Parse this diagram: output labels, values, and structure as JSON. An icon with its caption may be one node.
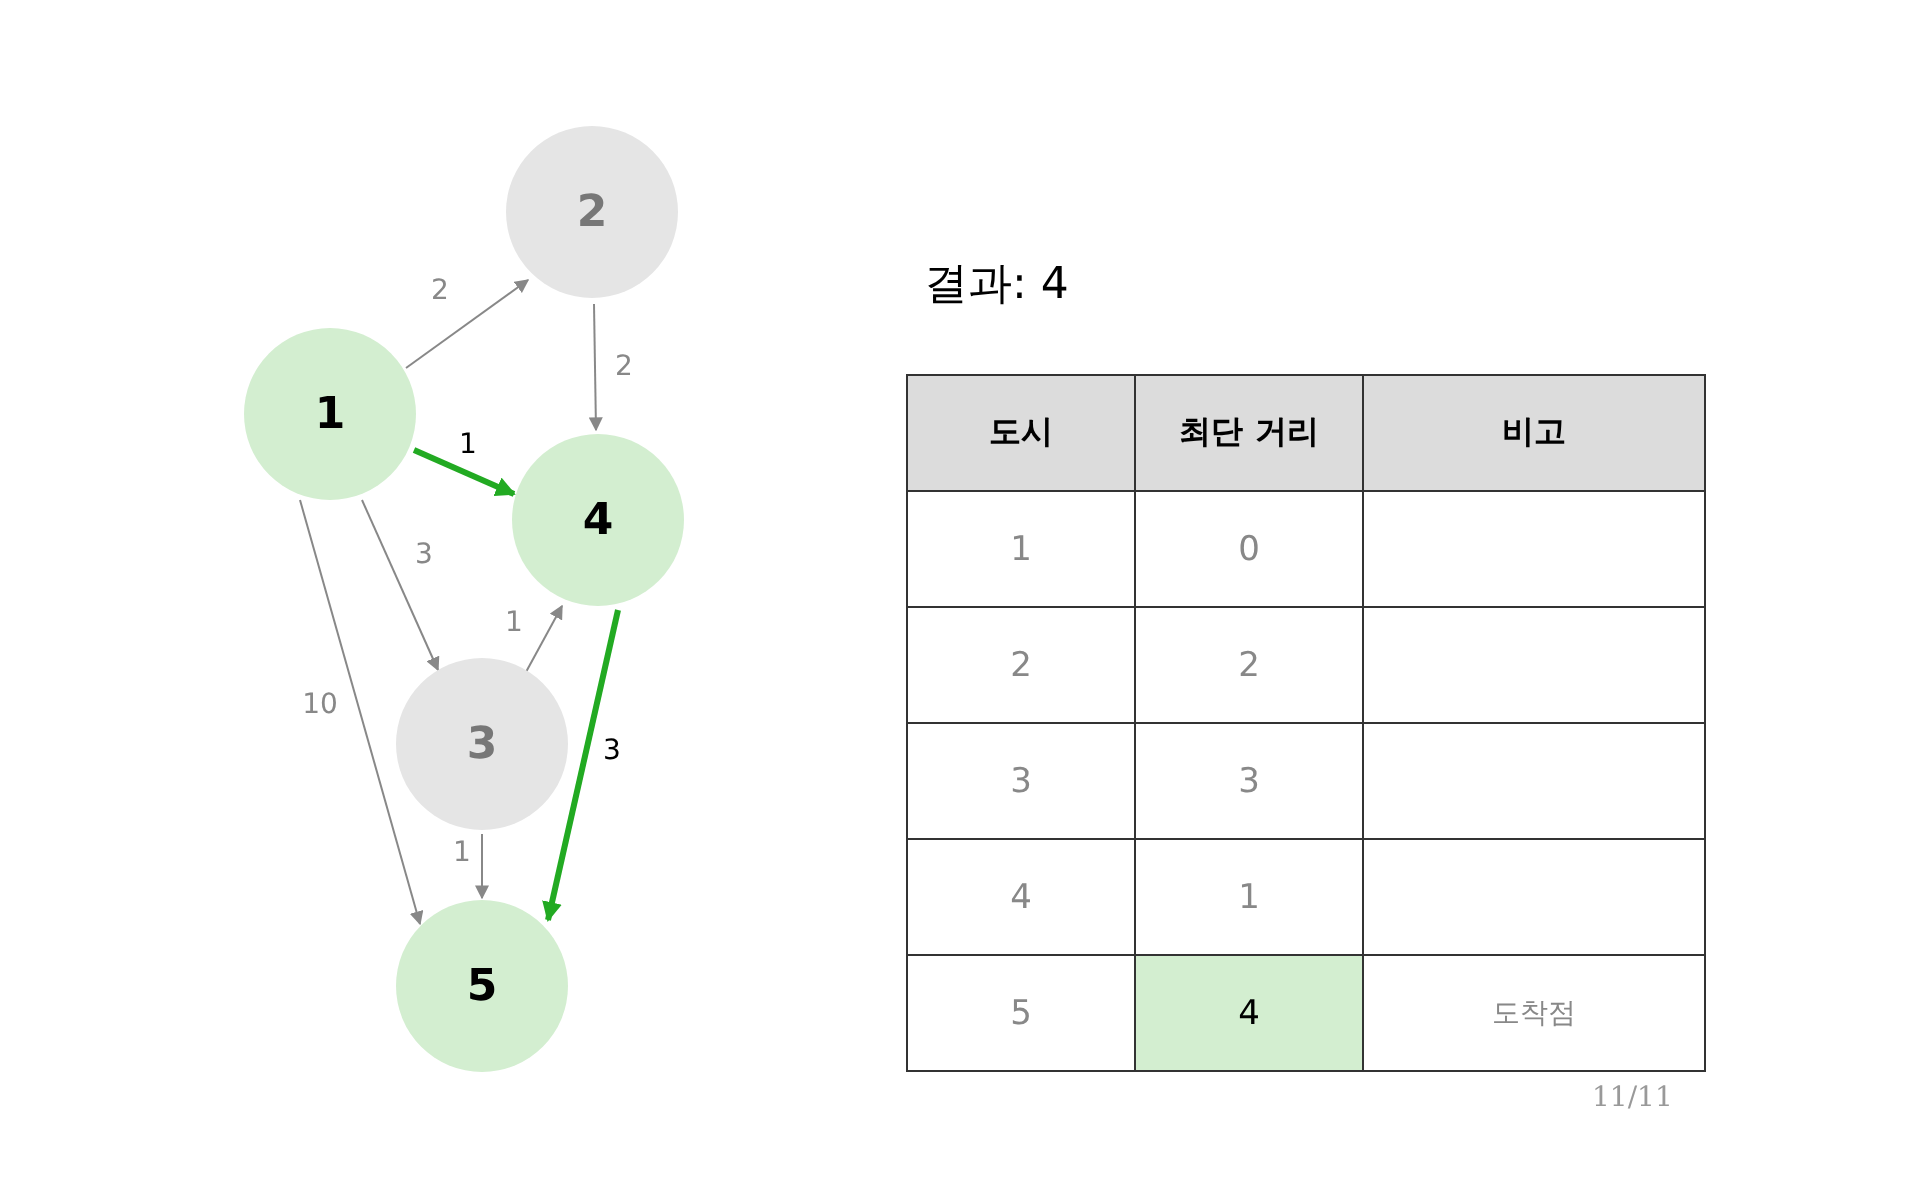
{
  "diagram": {
    "title": "결과: 4",
    "nodes": [
      {
        "text": [
          "1"
        ]
      },
      {
        "text": [
          "2"
        ]
      },
      {
        "text": [
          "3"
        ]
      },
      {
        "text": [
          "4"
        ]
      },
      {
        "text": [
          "5"
        ]
      }
    ],
    "edges": [
      {
        "from": 0,
        "to": 1,
        "arrow": "to",
        "label": "2"
      },
      {
        "from": 1,
        "to": 3,
        "arrow": "to",
        "label": "2"
      },
      {
        "from": 0,
        "to": 3,
        "arrow": "to",
        "label": "1",
        "style": "thick",
        "color": "#22aa22"
      },
      {
        "from": 0,
        "to": 2,
        "arrow": "to",
        "label": "3"
      },
      {
        "from": 2,
        "to": 3,
        "arrow": "to",
        "label": "1"
      },
      {
        "from": 0,
        "to": 4,
        "arrow": "to",
        "label": "10"
      },
      {
        "from": 2,
        "to": 4,
        "arrow": "to",
        "label": "1"
      },
      {
        "from": 3,
        "to": 4,
        "arrow": "to",
        "label": "3",
        "style": "thick",
        "color": "#22aa22"
      }
    ],
    "labels": [
      "도시",
      "최단 거리",
      "비고",
      "1",
      "0",
      "2",
      "2",
      "3",
      "3",
      "4",
      "1",
      "5",
      "4",
      "도착점",
      "11/11"
    ]
  }
}
